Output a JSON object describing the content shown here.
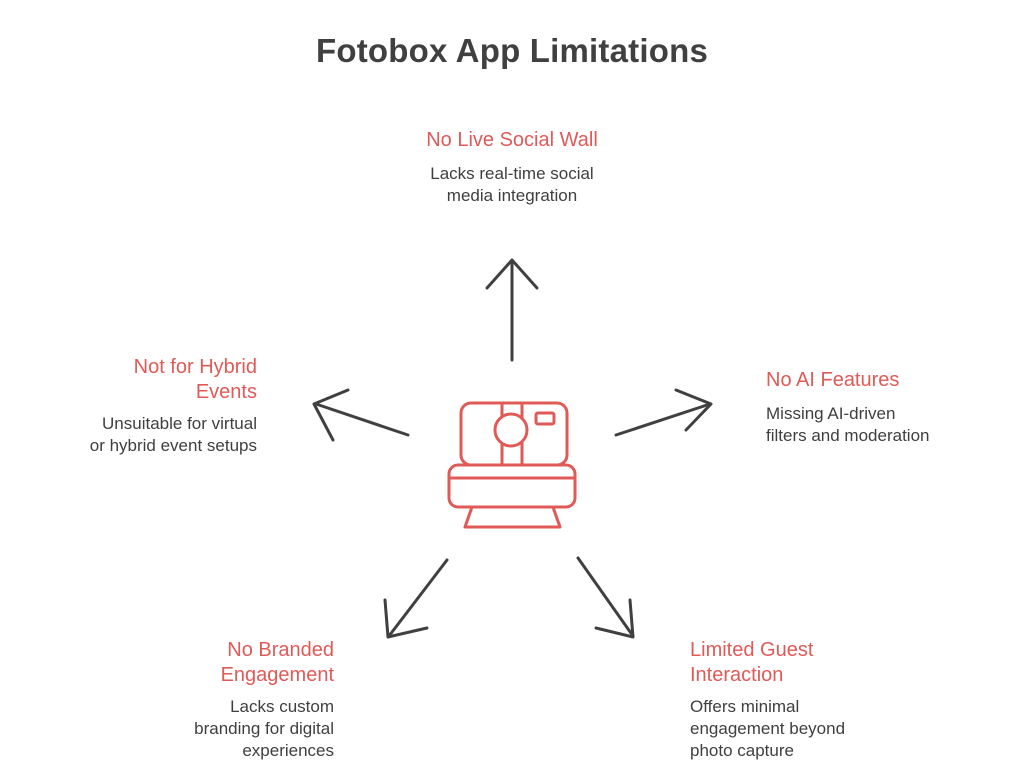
{
  "title": "Fotobox App Limitations",
  "colors": {
    "accent": "#e05a57",
    "arrow": "#404040",
    "text": "#3f3f3f"
  },
  "center_icon": "instant-camera-icon",
  "items": [
    {
      "heading_lines": [
        "No Live Social Wall"
      ],
      "desc_lines": [
        "Lacks real-time social",
        "media integration"
      ]
    },
    {
      "heading_lines": [
        "No AI Features"
      ],
      "desc_lines": [
        "Missing AI-driven",
        "filters and moderation"
      ]
    },
    {
      "heading_lines": [
        "Limited Guest",
        "Interaction"
      ],
      "desc_lines": [
        "Offers minimal",
        "engagement beyond",
        "photo capture"
      ]
    },
    {
      "heading_lines": [
        "No Branded",
        "Engagement"
      ],
      "desc_lines": [
        "Lacks custom",
        "branding for digital",
        "experiences"
      ]
    },
    {
      "heading_lines": [
        "Not for Hybrid",
        "Events"
      ],
      "desc_lines": [
        "Unsuitable for virtual",
        "or hybrid event setups"
      ]
    }
  ]
}
